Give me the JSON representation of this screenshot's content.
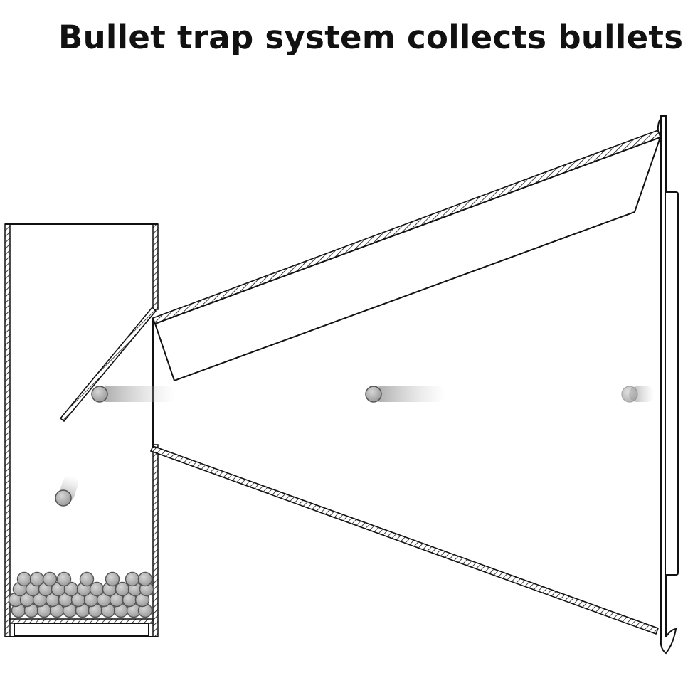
{
  "title": "Bullet trap system collects bullets",
  "colors": {
    "background": "#ffffff",
    "line": "#111111",
    "bullet_fill": "#b3b3b3",
    "bullet_stroke": "#555555"
  },
  "parts": [
    "collection-bin",
    "deflector-plate",
    "funnel-cone",
    "back-plate",
    "bullet-pile"
  ],
  "bullets": {
    "in_flight_count": 3,
    "falling_count": 1
  }
}
